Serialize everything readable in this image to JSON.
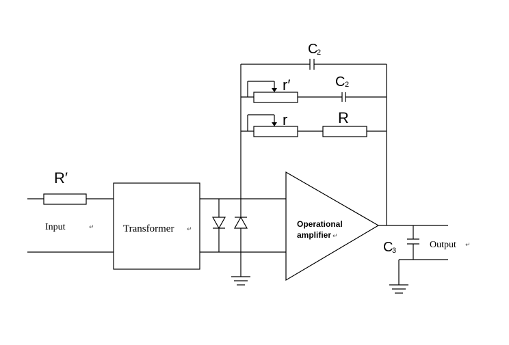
{
  "labels": {
    "r_prime_input": "R′",
    "input": "Input",
    "transformer": "Transformer",
    "opamp_line1": "Operational",
    "opamp_line2": "amplifier",
    "c2_top": "C",
    "c2_top_sub": "2",
    "c2_mid": "C",
    "c2_mid_sub": "2",
    "r_prime_pot": "r′",
    "r_pot": "r",
    "R": "R",
    "c3": "C",
    "c3_sub": "3",
    "output": "Output",
    "return_mark": "↵"
  }
}
